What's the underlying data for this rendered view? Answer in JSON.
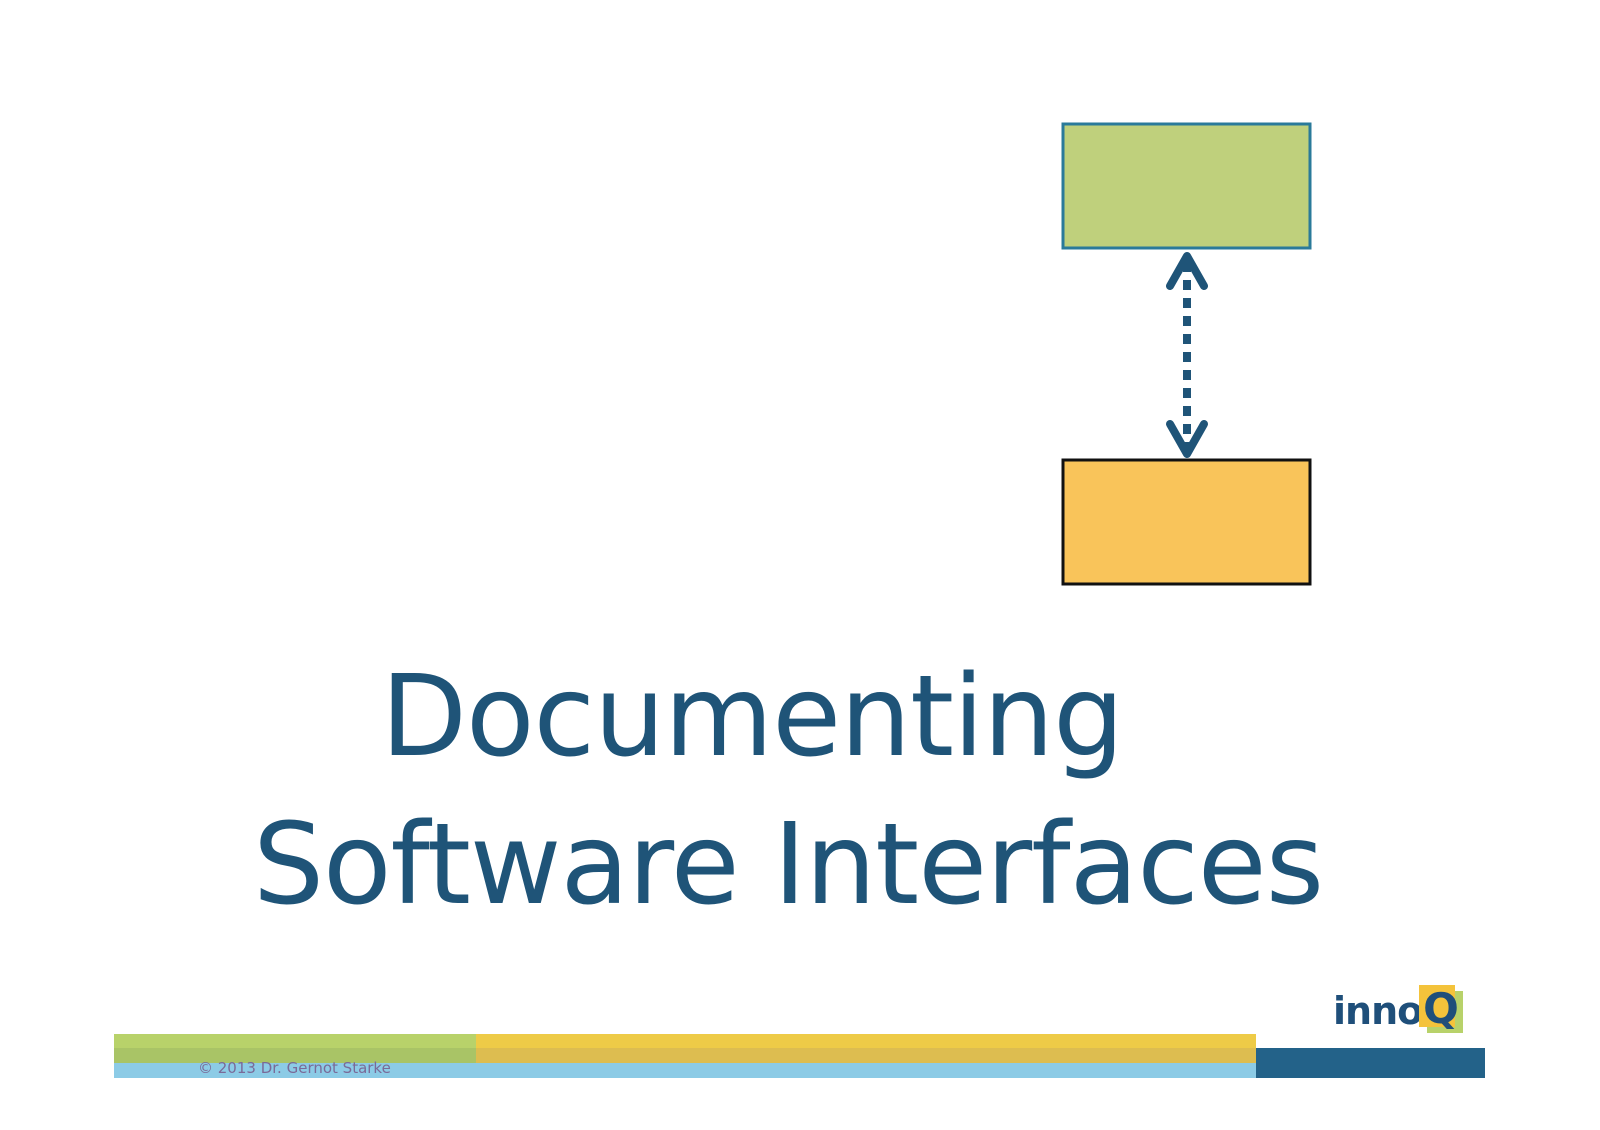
{
  "slide": {
    "title_line_1": "Documenting",
    "title_line_2": "Software Interfaces"
  },
  "diagram": {
    "top_box_color": "#bfd07c",
    "top_box_border": "#2a7a9a",
    "bottom_box_color": "#f9c45a",
    "bottom_box_border": "#111111",
    "connector_color": "#1f5478",
    "connector_style": "dotted double-headed arrow"
  },
  "footer": {
    "copyright": "© 2013 Dr. Gernot Starke"
  },
  "logo": {
    "text": "inno",
    "letter": "Q"
  },
  "colors": {
    "title": "#1f5478",
    "green": "#b8d26a",
    "yellow": "#eecb47",
    "light_blue": "#8ccbe6",
    "dark_blue": "#236289"
  }
}
